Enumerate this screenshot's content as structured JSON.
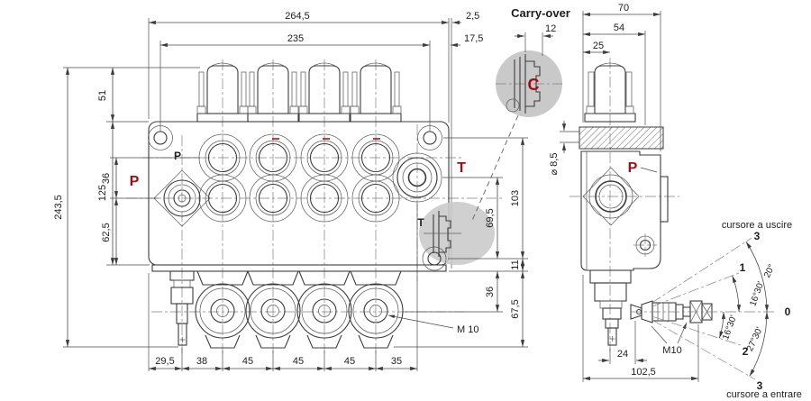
{
  "front_view": {
    "top_dims": {
      "overall": "264,5",
      "mount_holes": "235",
      "edge_gap": "2,5",
      "hole_to_edge": "17,5"
    },
    "left_dims": {
      "total_height": "243,5",
      "cap_height": "51",
      "body_height": "125",
      "port_rows_gap": "36",
      "row_to_bottom": "62,5"
    },
    "bottom_dims": [
      "29,5",
      "38",
      "45",
      "45",
      "45",
      "35"
    ],
    "right_dims": {
      "mount_to_base": "103",
      "t_to_base": "69,5",
      "base_step": "11",
      "base_to_joint": "36",
      "base_to_pin": "67,5"
    },
    "labels": {
      "p_port": "P",
      "t_port": "T",
      "p_cast": "P",
      "t_cast": "T",
      "stud_thread": "M 10"
    }
  },
  "carry_over_detail": {
    "title": "Carry-over",
    "plug_width": "12",
    "port_letter": "C"
  },
  "side_view": {
    "top_dims": {
      "overall_width": "70",
      "plate_width": "54",
      "spool_axis": "25"
    },
    "hole_dia": "⌀ 8,5",
    "labels": {
      "p_port": "P",
      "lever_thread": "M10"
    },
    "bottom_dims": {
      "axis_to_pivot": "24",
      "overall_depth": "102,5"
    }
  },
  "lever_diagram": {
    "out_label": "cursore a uscire",
    "in_label": "cursore a entrare",
    "positions": {
      "out_max": "3",
      "out_work": "1",
      "neutral": "0",
      "in_work": "2",
      "in_max": "3"
    },
    "angles": {
      "out_max": "20°",
      "out_work": "16°30'",
      "in_work": "16°30'",
      "in_max": "27°30'"
    }
  },
  "colors": {
    "line": "#3c3c3c",
    "accent_red": "#a40d10",
    "highlight_gray": "#c9c9c9"
  }
}
